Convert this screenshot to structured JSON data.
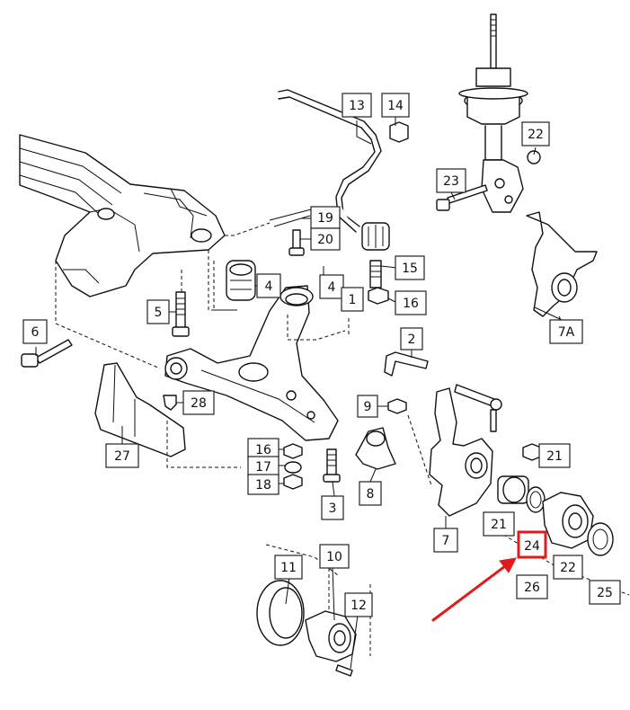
{
  "labels": {
    "l1": "1",
    "l2": "2",
    "l3": "3",
    "l4a": "4",
    "l4b": "4",
    "l5": "5",
    "l6": "6",
    "l7": "7",
    "l7a": "7A",
    "l8": "8",
    "l9": "9",
    "l10": "10",
    "l11": "11",
    "l12": "12",
    "l13": "13",
    "l14": "14",
    "l15": "15",
    "l16a": "16",
    "l16b": "16",
    "l17": "17",
    "l18": "18",
    "l19": "19",
    "l20": "20",
    "l21a": "21",
    "l21b": "21",
    "l22a": "22",
    "l22b": "22",
    "l23": "23",
    "l24": "24",
    "l25": "25",
    "l26": "26",
    "l27": "27",
    "l28": "28"
  },
  "highlight": {
    "part": "24",
    "box_color": "#e01b1b",
    "arrow_color": "#e01b1b"
  }
}
